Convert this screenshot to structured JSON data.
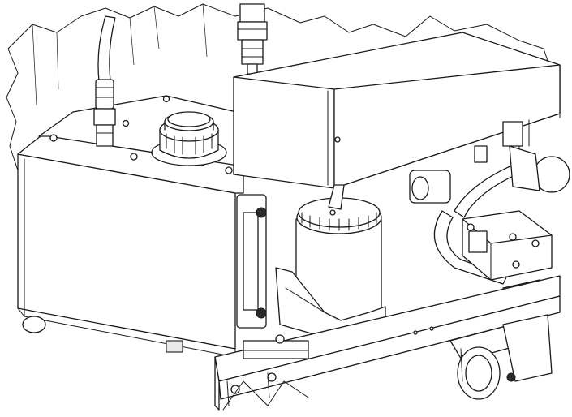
{
  "figure": {
    "kind": "line-art technical illustration",
    "colors": {
      "line": "#1a1a1a",
      "fill": "#ffffff",
      "shade": "#e9e9e9"
    },
    "parts": [
      "hydraulic-tank",
      "filler-cap",
      "sight-gauge",
      "control-box-cover",
      "filter-canister",
      "hose-fittings",
      "valve-block",
      "support-rail",
      "caster-wheel"
    ]
  }
}
